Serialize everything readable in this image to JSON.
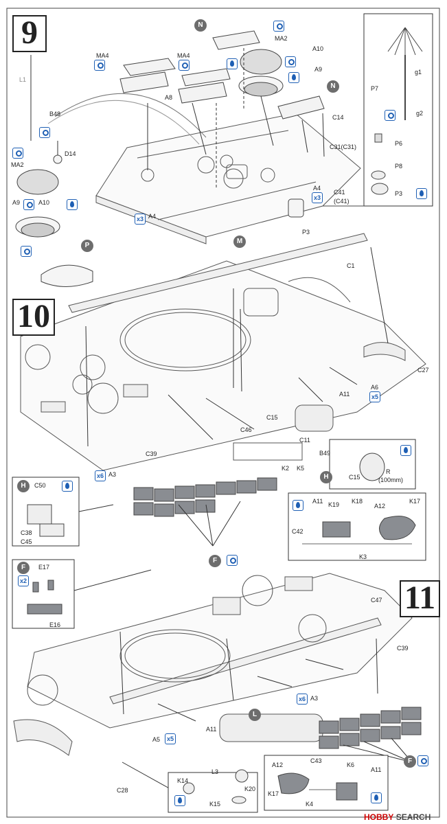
{
  "steps": {
    "s9": "9",
    "s10": "10",
    "s11": "11"
  },
  "step9_labels": {
    "L1": "L1",
    "B48": "B48",
    "D14": "D14",
    "MA2a": "MA2",
    "MA2b": "MA2",
    "A9a": "A9",
    "A10a": "A10",
    "MA4a": "MA4",
    "MA4b": "MA4",
    "A8": "A8",
    "A10b": "A10",
    "A9b": "A9",
    "C14": "C14",
    "C31": "C31(C31)",
    "C41": "C41",
    "C41b": "(C41)",
    "A4a": "A4",
    "A4b": "A4",
    "P3a": "P3",
    "P7": "P7",
    "g1": "g1",
    "g2": "g2",
    "P6": "P6",
    "P8": "P8",
    "P3b": "P3",
    "C1": "C1"
  },
  "step10_labels": {
    "C27": "C27",
    "A6": "A6",
    "A11": "A11",
    "C15": "C15",
    "C46": "C46",
    "C11": "C11",
    "K2": "K2",
    "K5": "K5",
    "B49": "B49",
    "C39": "C39",
    "A3": "A3",
    "C15b": "C15",
    "R": "R",
    "R_note": "(100mm)",
    "C50": "C50",
    "C38": "C38",
    "C45": "C45",
    "A11b": "A11",
    "K19": "K19",
    "K18": "K18",
    "A12": "A12",
    "K17": "K17",
    "C42": "C42",
    "K3": "K3",
    "E17": "E17",
    "E16": "E16"
  },
  "step11_labels": {
    "C47": "C47",
    "C39": "C39",
    "A3": "A3",
    "A11": "A11",
    "A5": "A5",
    "C28": "C28",
    "K14": "K14",
    "L3": "L3",
    "K20": "K20",
    "K15": "K15",
    "A12": "A12",
    "C43": "C43",
    "K6": "K6",
    "A11b": "A11",
    "K17": "K17",
    "K4": "K4"
  },
  "callouts": {
    "N1": "N",
    "N2": "N",
    "P": "P",
    "M": "M",
    "H1": "H",
    "H2": "H",
    "F1": "F",
    "F2": "F",
    "F3": "F",
    "L": "L"
  },
  "multipliers": {
    "x3a": "x3",
    "x3b": "x3",
    "x5a": "x5",
    "x6a": "x6",
    "x2": "x2",
    "x6b": "x6",
    "x5b": "x5"
  },
  "watermark": {
    "brand": "HOBBY",
    "rest": "SEARCH"
  },
  "colors": {
    "accent": "#1e5fb4",
    "callout": "#6d6d6d",
    "track": "#8a8d92"
  }
}
